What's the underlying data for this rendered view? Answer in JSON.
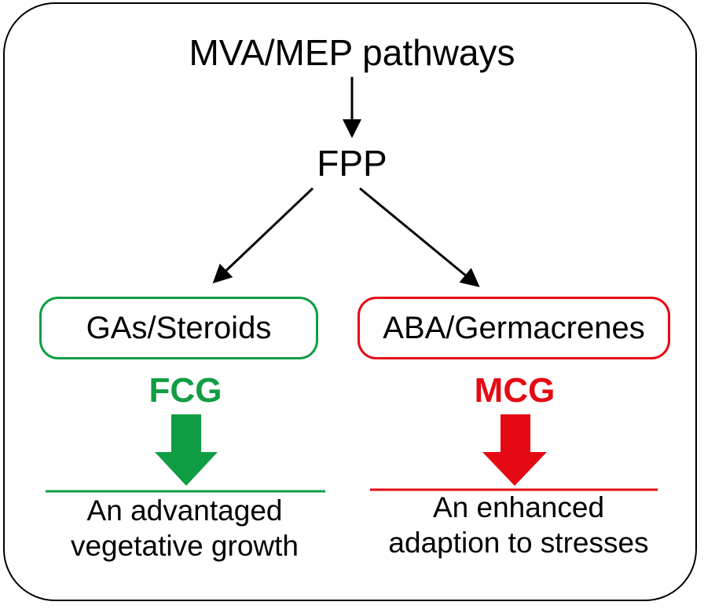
{
  "top_node": "MVA/MEP pathways",
  "mid_node": "FPP",
  "left_branch": {
    "box_label": "GAs/Steroids",
    "tag": "FCG",
    "outcome_lines": [
      "An advantaged",
      "vegetative growth"
    ],
    "color": "#119d43"
  },
  "right_branch": {
    "box_label": "ABA/Germacrenes",
    "tag": "MCG",
    "outcome_lines": [
      "An enhanced",
      "adaption to stresses"
    ],
    "color": "#e50914"
  },
  "arrow_color": "#000000"
}
